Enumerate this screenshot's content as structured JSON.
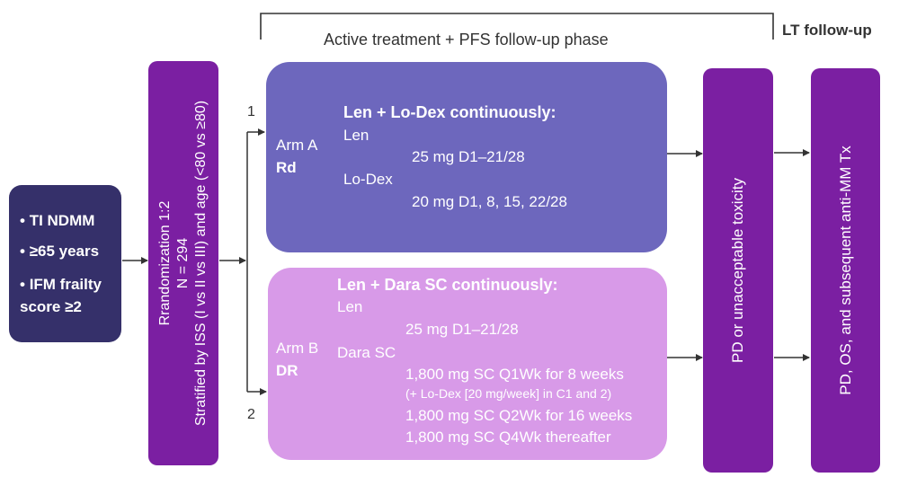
{
  "colors": {
    "population_box": "#35306a",
    "randomization_box": "#7b1fa2",
    "arm_a_box": "#6d67bd",
    "arm_b_box": "#d89ae8",
    "pd_box": "#7b1fa2",
    "lt_box": "#7b1fa2",
    "lines": "#333333"
  },
  "header": {
    "active_phase": "Active treatment + PFS follow-up phase",
    "lt_followup": "LT follow-up"
  },
  "population": {
    "items": [
      "TI NDMM",
      "≥65 years",
      "IFM frailty score ≥2"
    ]
  },
  "randomization": {
    "line1": "Rrandomization 1:2",
    "line2": "N = 294",
    "line3": "Stratified by ISS (I vs II vs III) and age (<80 vs ≥80)"
  },
  "branch_labels": {
    "top": "1",
    "bottom": "2"
  },
  "arm_a": {
    "arm": "Arm A",
    "code": "Rd",
    "heading": "Len + Lo-Dex continuously:",
    "drug1": "Len",
    "dose1": "25 mg D1–21/28",
    "drug2": "Lo-Dex",
    "dose2": "20 mg D1, 8, 15, 22/28"
  },
  "arm_b": {
    "arm": "Arm B",
    "code": "DR",
    "heading": "Len + Dara SC continuously:",
    "drug1": "Len",
    "dose1": "25 mg D1–21/28",
    "drug2": "Dara SC",
    "dose2a": "1,800 mg SC Q1Wk for 8 weeks",
    "dose2a_note": "(+ Lo-Dex [20 mg/week] in C1 and 2)",
    "dose2b": "1,800 mg SC Q2Wk for 16 weeks",
    "dose2c": "1,800 mg SC Q4Wk thereafter"
  },
  "pd_box": {
    "label": "PD or unacceptable toxicity"
  },
  "lt_box": {
    "label": "PD, OS, and subsequent anti-MM Tx"
  }
}
